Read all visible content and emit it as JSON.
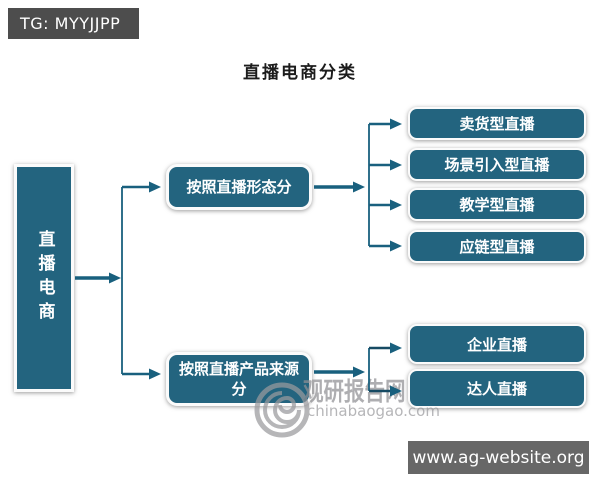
{
  "badges": {
    "top_left_label": "TG: MYYJJPP",
    "bottom_right_label": "www.ag-website.org"
  },
  "title": "直播电商分类",
  "tree": {
    "root_label": "直播电商",
    "branches": [
      {
        "label": "按照直播形态分",
        "children": [
          {
            "label": "卖货型直播"
          },
          {
            "label": "场景引入型直播"
          },
          {
            "label": "教学型直播"
          },
          {
            "label": "应链型直播"
          }
        ]
      },
      {
        "label": "按照直播产品来源分",
        "children": [
          {
            "label": "企业直播"
          },
          {
            "label": "达人直播"
          }
        ]
      }
    ]
  },
  "watermark": {
    "site_name": "观研报告网",
    "site_domain": "chinabaogao.com"
  },
  "colors": {
    "node_fill": "#23647f",
    "arrow": "#19607e",
    "top_badge_bg": "#4d4d4d",
    "bottom_badge_bg": "#676767",
    "watermark_gray": "#909094"
  }
}
